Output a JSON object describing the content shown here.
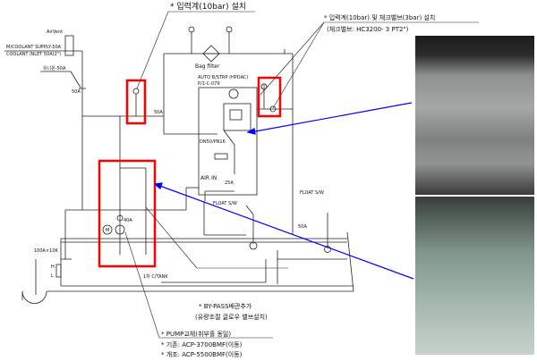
{
  "annotations": {
    "gauge_note": "* 입력계(10bar) 설치",
    "gauge_check_note": "* 입력계(10bar) 및 체크밸브(3bar) 설치",
    "check_valve_model": "(체크밸브: HC3200- 3 PT2\")",
    "bypass_note": "* BY-PASS배관추가",
    "bypass_sub": "(유량조절 글로우 밸브설치)",
    "pump_note": "* PUMP교체(취부홀 동일)",
    "pump_old": "* 기존: ACP-3700BMF(이동)",
    "pump_new": "* 개조: ACP-5500BMF(이동)"
  },
  "labels": {
    "air_vent": "AirVent",
    "supply": "M/COOLANT SUPPLY-50A",
    "inlet": "COOLANT INLET 50A(2\")",
    "union": "유니온-50A",
    "pipe_50a": "50A",
    "pipe_50a_v": "50A",
    "bag_filter": "Bag filter",
    "strainer_title": "AUTO B/STRP (HPDAC)",
    "strainer_tag": "P/1-C-079",
    "dn50": "DN50/PN16",
    "air_in": "AIR IN",
    "pipe_25a": "25A",
    "float_sw_1": "FLOAT S/W",
    "float_sw_2": "FLOAT S/W",
    "pipe_40a": "40A",
    "flange": "100A×10K",
    "level_h": "H",
    "level_l": "L",
    "tank": "1차 C/TANK",
    "pipe_50a_right": "50A",
    "motor": "M"
  },
  "colors": {
    "highlight": "#ff0000",
    "pointer": "#0000ff",
    "line": "#222222"
  }
}
